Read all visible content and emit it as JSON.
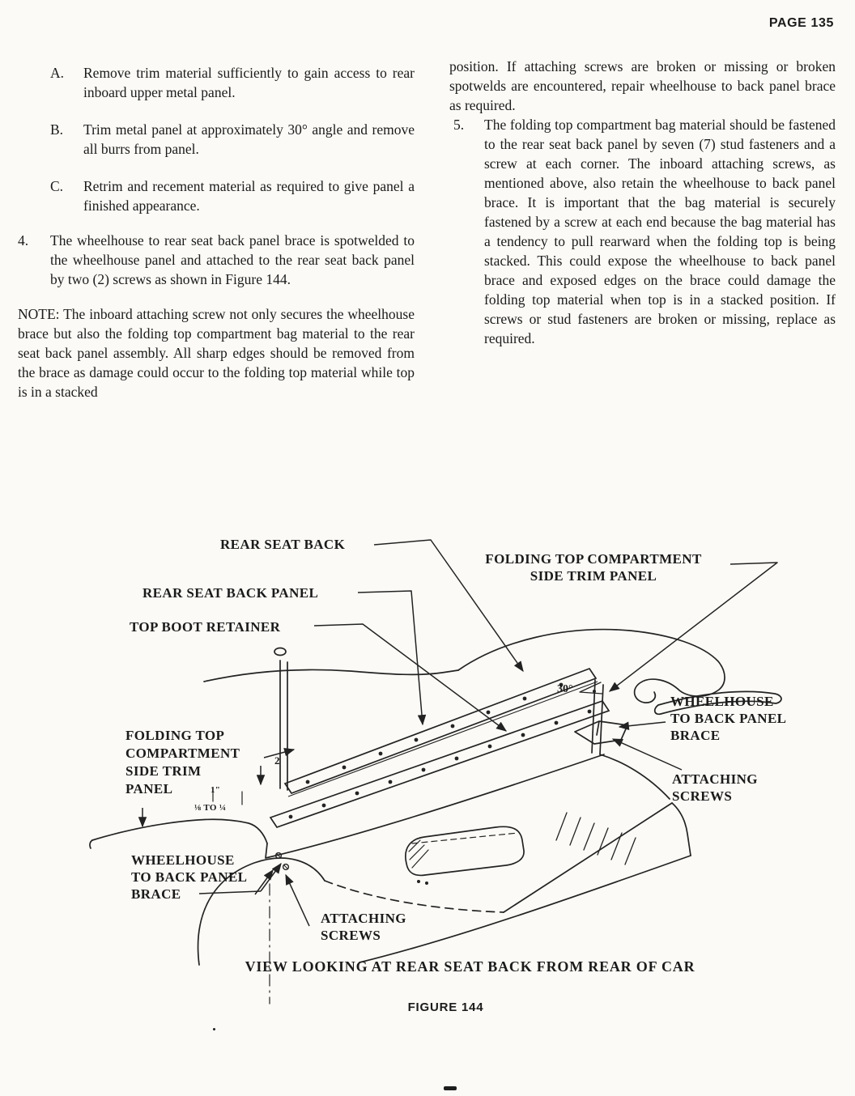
{
  "header": {
    "page_label": "PAGE 135"
  },
  "left_column": {
    "items": [
      {
        "label": "A.",
        "text": "Remove trim material sufficiently to gain access to rear inboard upper metal panel."
      },
      {
        "label": "B.",
        "text": "Trim metal panel at approximately 30° angle and remove all burrs from panel."
      },
      {
        "label": "C.",
        "text": "Retrim and recement material as required to give panel a finished appearance."
      },
      {
        "label": "4.",
        "text": "The wheelhouse to rear seat back panel brace is spotwelded to the wheelhouse panel and attached to the rear seat back panel by two (2) screws as shown in Figure 144."
      }
    ],
    "note": "NOTE:  The inboard attaching screw not only secures the wheelhouse brace but also the folding top compartment bag material to the rear seat back panel assembly. All sharp edges should be removed from the brace as damage could occur to the folding top material while top is in a stacked"
  },
  "right_column": {
    "continuation": "position. If attaching screws are broken or missing or broken spotwelds are encountered, repair wheelhouse to back panel brace as required.",
    "items": [
      {
        "label": "5.",
        "text": "The folding top compartment bag material should be fastened to the rear seat back panel by seven (7) stud fasteners and a screw at each corner. The inboard attaching screws, as mentioned above, also retain the wheelhouse to back panel brace. It is important that the bag material is securely fastened by a screw at each end because the bag material has a tendency to pull rearward when the folding top is being stacked. This could expose the wheelhouse to back panel brace and exposed edges on the brace could damage the folding top material when top is in a stacked position. If screws or stud fasteners are broken or missing, replace as required."
      }
    ]
  },
  "figure": {
    "labels": {
      "rear_seat_back": "REAR SEAT BACK",
      "folding_top_right": "FOLDING TOP COMPARTMENT\nSIDE TRIM PANEL",
      "rear_seat_back_panel": "REAR SEAT BACK PANEL",
      "top_boot_retainer": "TOP BOOT RETAINER",
      "folding_top_left": "FOLDING TOP\nCOMPARTMENT\nSIDE TRIM\nPANEL",
      "wheelhouse_brace_right": "WHEELHOUSE\nTO BACK PANEL\nBRACE",
      "attaching_screws_right": "ATTACHING\nSCREWS",
      "wheelhouse_brace_left": "WHEELHOUSE\nTO BACK PANEL\nBRACE",
      "attaching_screws_bottom": "ATTACHING\nSCREWS"
    },
    "annotations": {
      "angle": "30°",
      "count": "2",
      "inch": "1\"",
      "dimension": "⅛ TO ¼"
    },
    "caption": "VIEW LOOKING AT REAR SEAT BACK FROM REAR OF CAR",
    "figure_number": "FIGURE 144"
  }
}
